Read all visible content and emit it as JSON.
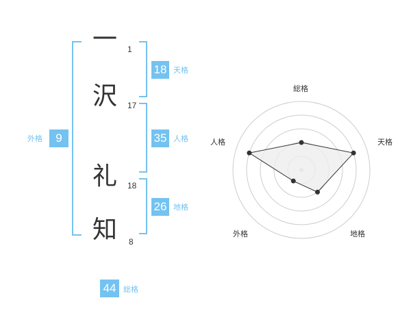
{
  "name": {
    "chars": [
      {
        "char": "一",
        "strokes": "1"
      },
      {
        "char": "沢",
        "strokes": "17"
      },
      {
        "char": "礼",
        "strokes": "18"
      },
      {
        "char": "知",
        "strokes": "8"
      }
    ]
  },
  "fortunes": {
    "tenkaku": {
      "label": "天格",
      "value": "18"
    },
    "jinkaku": {
      "label": "人格",
      "value": "35"
    },
    "chikaku": {
      "label": "地格",
      "value": "26"
    },
    "gaikaku": {
      "label": "外格",
      "value": "9"
    },
    "soukaku": {
      "label": "総格",
      "value": "44"
    }
  },
  "radar": {
    "axes": [
      "総格",
      "天格",
      "地格",
      "外格",
      "人格"
    ],
    "levels": 5,
    "values": [
      2,
      4,
      2,
      1,
      4
    ],
    "max": 5,
    "fill_color": "#eeeeee",
    "line_color": "#333333",
    "ring_color": "#cccccc"
  },
  "colors": {
    "accent": "#74c2f0",
    "text": "#333333"
  }
}
